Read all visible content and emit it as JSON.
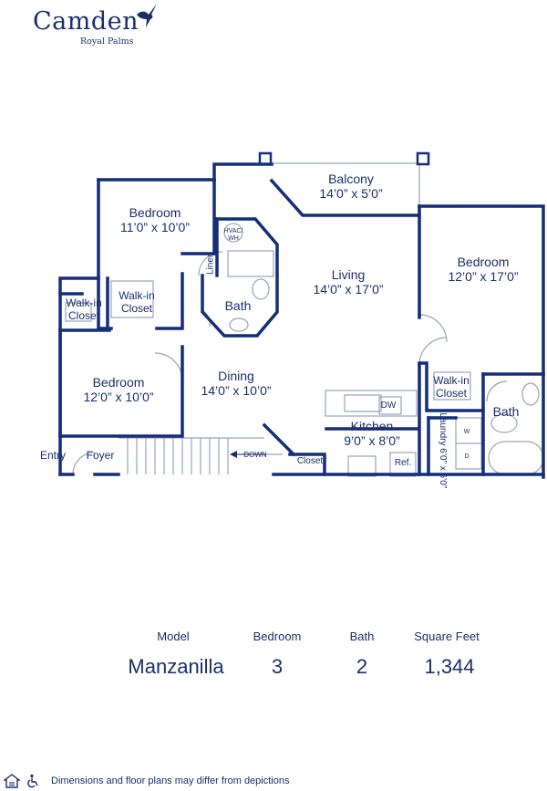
{
  "brand": {
    "name": "Camden",
    "community": "Royal Palms"
  },
  "rooms": {
    "balcony": {
      "name": "Balcony",
      "dims": "14’0” x 5’0”"
    },
    "bedroom_nw": {
      "name": "Bedroom",
      "dims": "11’0” x 10’0”"
    },
    "living": {
      "name": "Living",
      "dims": "14’0” x 17’0”"
    },
    "bedroom_e": {
      "name": "Bedroom",
      "dims": "12’0” x 17’0”"
    },
    "bedroom_w": {
      "name": "Bedroom",
      "dims": "12’0” x 10’0”"
    },
    "dining": {
      "name": "Dining",
      "dims": "14’0” x 10’0”"
    },
    "kitchen": {
      "name": "Kitchen",
      "dims": "9’0” x 8’0”"
    },
    "walkin_1": "Walk-in Closet",
    "walkin_2": "Walk-in Closet",
    "walkin_3": "Walk-in Closet",
    "bath_center": "Bath",
    "bath_east": "Bath",
    "linen": "Linen",
    "hvac": "HVAC/ WH",
    "dw": "DW",
    "laundry": "Laundry 6’0” x 6’0”",
    "w": "W",
    "d": "D",
    "entry": "Entry",
    "foyer": "Foyer",
    "down": "DOWN",
    "closet": "Closet",
    "ref": "Ref."
  },
  "stats": {
    "headers": {
      "model": "Model",
      "bedroom": "Bedroom",
      "bath": "Bath",
      "sqft": "Square Feet"
    },
    "values": {
      "model": "Manzanilla",
      "bedroom": "3",
      "bath": "2",
      "sqft": "1,344"
    }
  },
  "footer": {
    "disclaimer": "Dimensions and floor plans may differ from depictions"
  },
  "colors": {
    "ink": "#1b2f6b",
    "wall": "#142e78",
    "thin": "#9aa3bd"
  }
}
